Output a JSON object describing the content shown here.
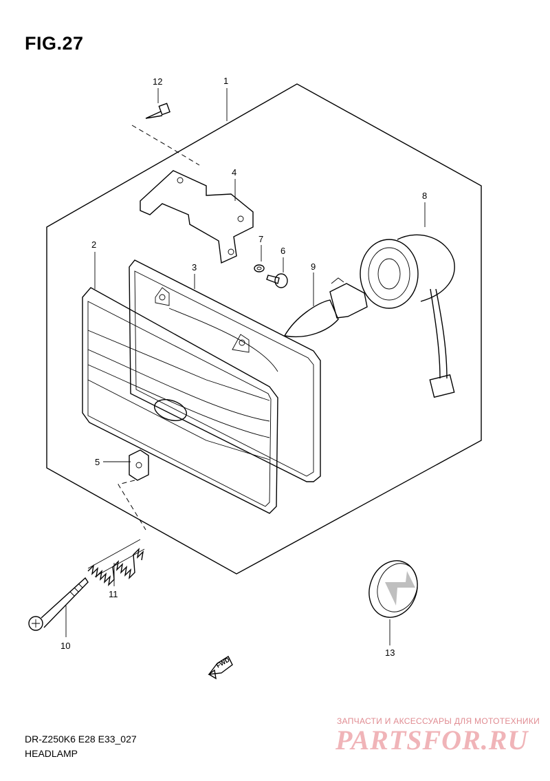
{
  "figure": {
    "title": "FIG.27",
    "model_code": "DR-Z250K6 E28 E33_027",
    "section": "HEADLAMP"
  },
  "parts": [
    {
      "id": "1",
      "label": "1"
    },
    {
      "id": "2",
      "label": "2"
    },
    {
      "id": "3",
      "label": "3"
    },
    {
      "id": "4",
      "label": "4"
    },
    {
      "id": "5",
      "label": "5"
    },
    {
      "id": "6",
      "label": "6"
    },
    {
      "id": "7",
      "label": "7"
    },
    {
      "id": "8",
      "label": "8"
    },
    {
      "id": "9",
      "label": "9"
    },
    {
      "id": "10",
      "label": "10"
    },
    {
      "id": "11",
      "label": "11"
    },
    {
      "id": "12",
      "label": "12"
    },
    {
      "id": "13",
      "label": "13"
    }
  ],
  "direction_marker": "FWD",
  "watermark": {
    "tagline": "ЗАПЧАСТИ И АКСЕССУАРЫ ДЛЯ МОТОТЕХНИКИ",
    "logo": "PARTSFOR.RU",
    "color": "#e08b91"
  }
}
